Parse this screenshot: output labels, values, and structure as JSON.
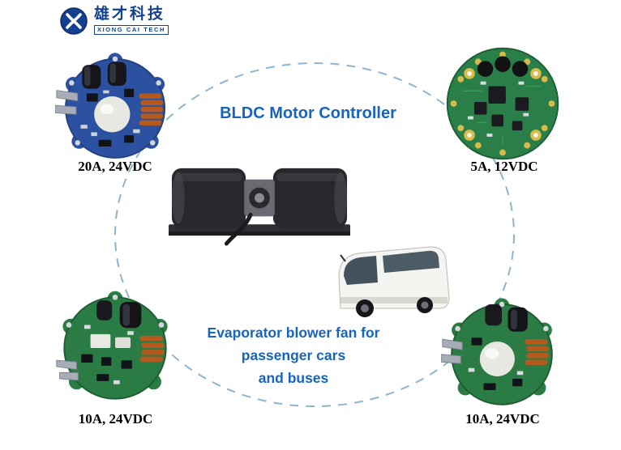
{
  "logo": {
    "brand_cn": "雄才科技",
    "brand_en": "XIONG CAI TECH"
  },
  "title": "BLDC Motor Controller",
  "subtitle": {
    "line1": "Evaporator blower fan for",
    "line2": "passenger cars",
    "line3": "and buses"
  },
  "controllers": [
    {
      "position": "top-left",
      "label": "20A, 24VDC",
      "board_color": "blue"
    },
    {
      "position": "top-right",
      "label": "5A, 12VDC",
      "board_color": "green"
    },
    {
      "position": "bottom-left",
      "label": "10A, 24VDC",
      "board_color": "green"
    },
    {
      "position": "bottom-right",
      "label": "10A, 24VDC",
      "board_color": "green"
    }
  ],
  "images": {
    "center_top": "dual-blower-fan-assembly",
    "center_bottom": "passenger-coach-bus",
    "corners": "bldc-controller-pcb-photo"
  },
  "colors": {
    "title_blue": "#1763be",
    "label_black": "#000000",
    "logo_navy": "#14418f",
    "ellipse_stroke": "#8fb4d0"
  }
}
